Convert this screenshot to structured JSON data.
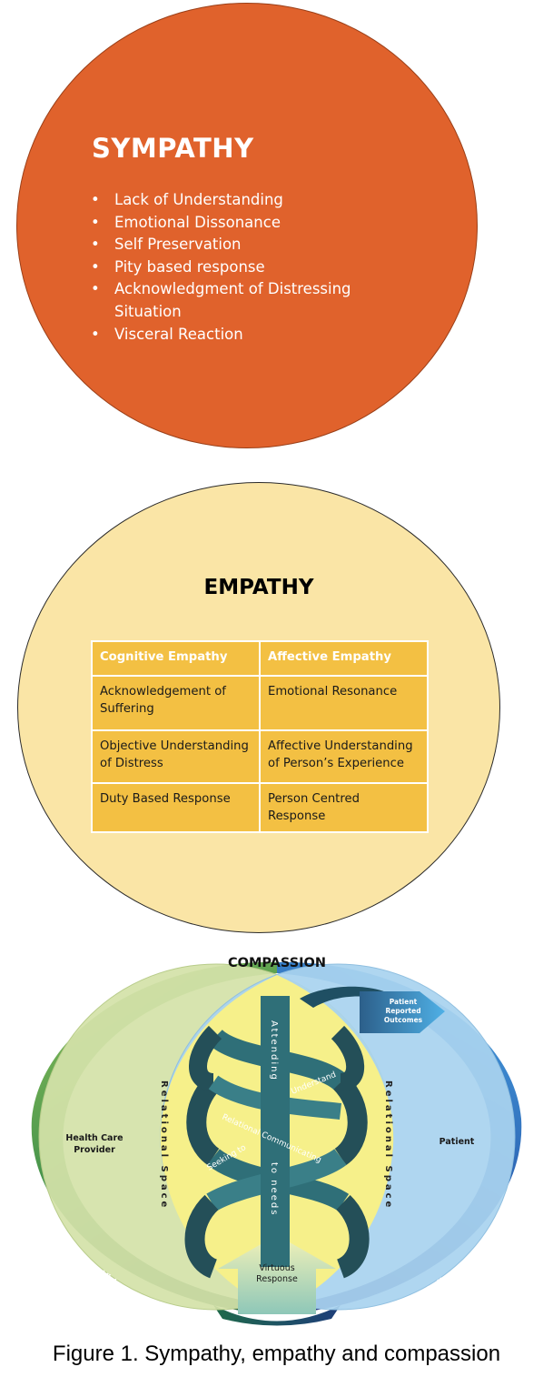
{
  "sympathy": {
    "title": "SYMPATHY",
    "items": [
      "Lack of Understanding",
      "Emotional Dissonance",
      "Self Preservation",
      "Pity based response",
      "Acknowledgment of Distressing Situation",
      "Visceral Reaction"
    ]
  },
  "empathy": {
    "title": "EMPATHY",
    "table": {
      "headers": [
        "Cognitive Empathy",
        "Affective Empathy"
      ],
      "rows": [
        [
          "Acknowledgement of Suffering",
          "Emotional Resonance"
        ],
        [
          "Objective Understanding of Distress",
          "Affective Understanding of Person’s Experience"
        ],
        [
          "Duty Based Response",
          "Person Centred Response"
        ]
      ]
    }
  },
  "compassion": {
    "title": "COMPASSION",
    "left_label": [
      "Health Care",
      "Provider"
    ],
    "right_label": "Patient",
    "relational_space": "Relational Space",
    "virtues": "Virtues",
    "suffering": "Suffering",
    "virtuous_response": [
      "Virtuous",
      "Response"
    ],
    "patient_outcomes": [
      "Patient",
      "Reported",
      "Outcomes"
    ],
    "helix": {
      "attending": "Attending",
      "to_needs": "to needs",
      "understand": "Understand",
      "relational_communicating": "Relational Communicating",
      "seeking_to": "Seeking to"
    },
    "colors": {
      "left_fill": "#d4e2a9",
      "right_fill": "#a9d3ef",
      "center_fill": "#f6f08a",
      "helix": "#2f6f78",
      "left_rim": "#6aa84f",
      "right_rim": "#2f7fc8"
    }
  },
  "caption": "Figure 1. Sympathy, empathy and compassion"
}
